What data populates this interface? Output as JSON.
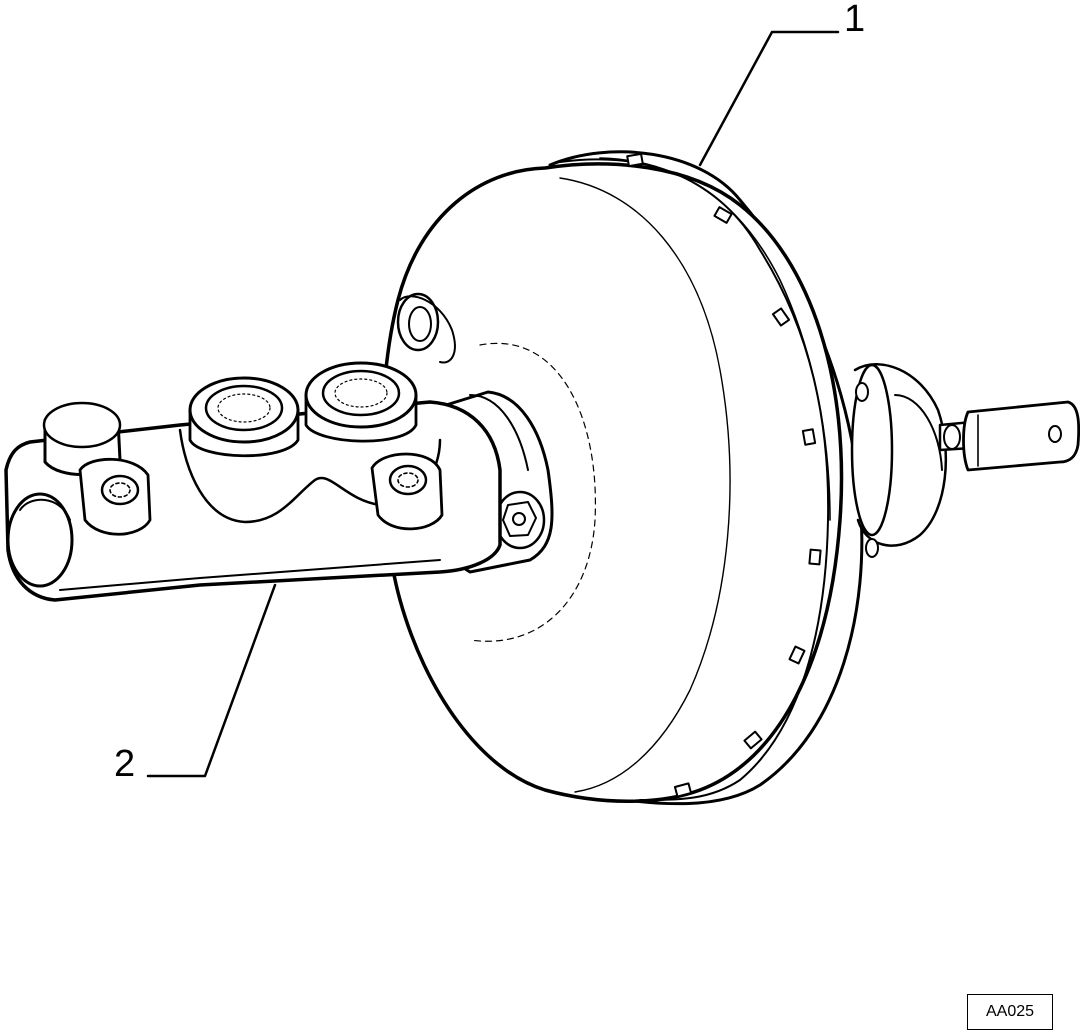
{
  "callouts": [
    {
      "id": "1",
      "label": "1"
    },
    {
      "id": "2",
      "label": "2"
    }
  ],
  "reference_code": "AA025",
  "colors": {
    "ink": "#000000",
    "paper": "#ffffff"
  }
}
